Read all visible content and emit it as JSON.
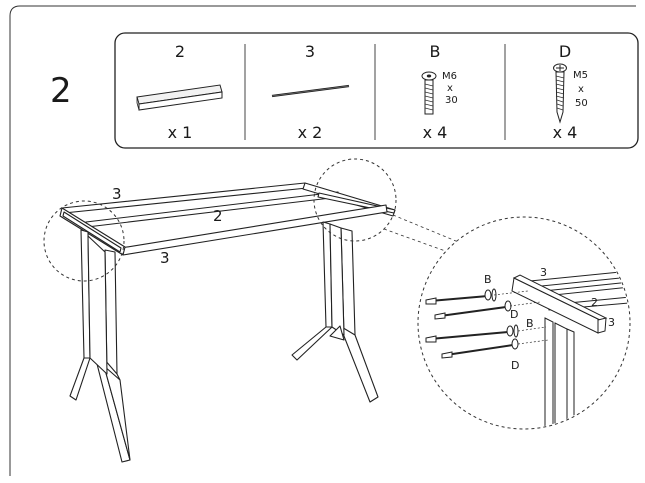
{
  "step_number": "2",
  "parts": [
    {
      "label": "2",
      "qty": "x 1"
    },
    {
      "label": "3",
      "qty": "x 2"
    },
    {
      "label": "B",
      "qty": "x 4",
      "spec": [
        "M6",
        "x",
        "30"
      ]
    },
    {
      "label": "D",
      "qty": "x 4",
      "spec": [
        "M5",
        "x",
        "50"
      ]
    }
  ],
  "frame_callouts": {
    "rail_left": "3",
    "rail_middle": "2",
    "rail_front": "3"
  },
  "detail_callouts": {
    "rail_top": "3",
    "rail_side": "2",
    "rail_end": "3",
    "bolt_b_upper": "B",
    "bolt_d_upper": "D",
    "bolt_b_lower": "B",
    "bolt_d_lower": "D"
  }
}
